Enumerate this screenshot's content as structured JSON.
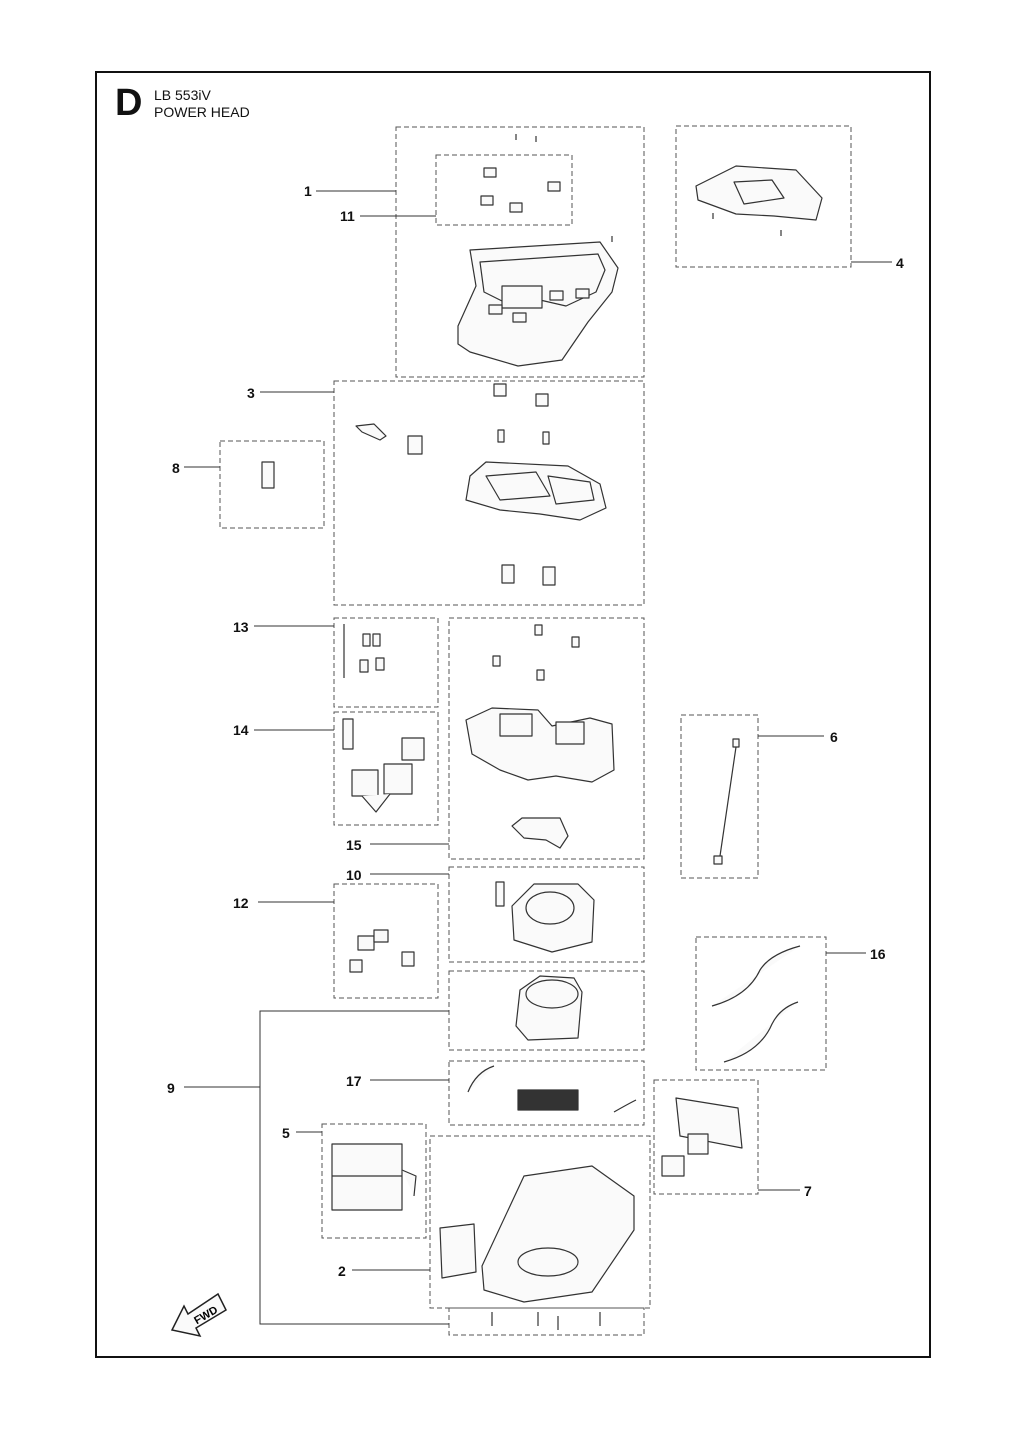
{
  "section": {
    "letter": "D",
    "model": "LB 553iV",
    "name": "POWER HEAD"
  },
  "callouts": {
    "c1": "1",
    "c2": "2",
    "c3": "3",
    "c4": "4",
    "c5": "5",
    "c6": "6",
    "c7": "7",
    "c8": "8",
    "c9": "9",
    "c10": "10",
    "c11": "11",
    "c12": "12",
    "c13": "13",
    "c14": "14",
    "c15": "15",
    "c16": "16",
    "c17": "17"
  },
  "fwd_label": "FWD"
}
